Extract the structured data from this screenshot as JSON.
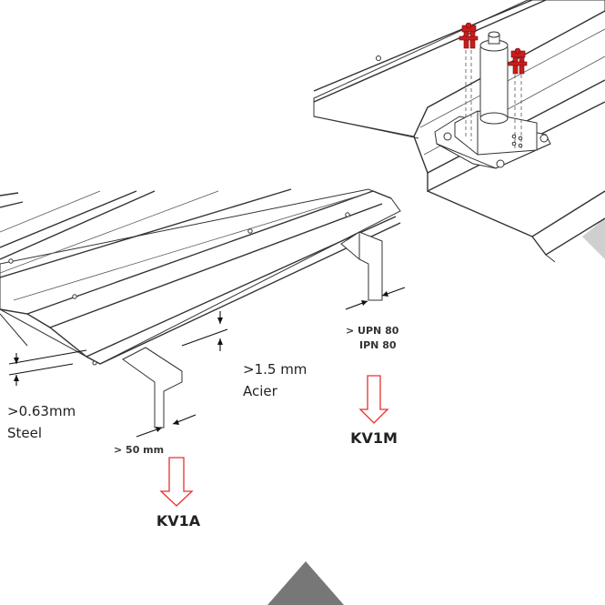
{
  "labels": {
    "steel_thickness_value": ">0.63mm",
    "steel_thickness_word": "Steel",
    "steel_width": "> 50 mm",
    "acier_thickness_value": ">1.5 mm",
    "acier_word": "Acier",
    "upn_line1": "> UPN 80",
    "upn_line2": "IPN 80"
  },
  "products": {
    "left": "KV1A",
    "right": "KV1M"
  },
  "colors": {
    "arrow_outline": "#e8302a",
    "bolt": "#c81e1e",
    "nav_triangle": "#777777",
    "corner_shade": "#cfcfcf"
  },
  "icons": {
    "down_arrow": "down-arrow-icon",
    "nav": "triangle-up-icon"
  }
}
